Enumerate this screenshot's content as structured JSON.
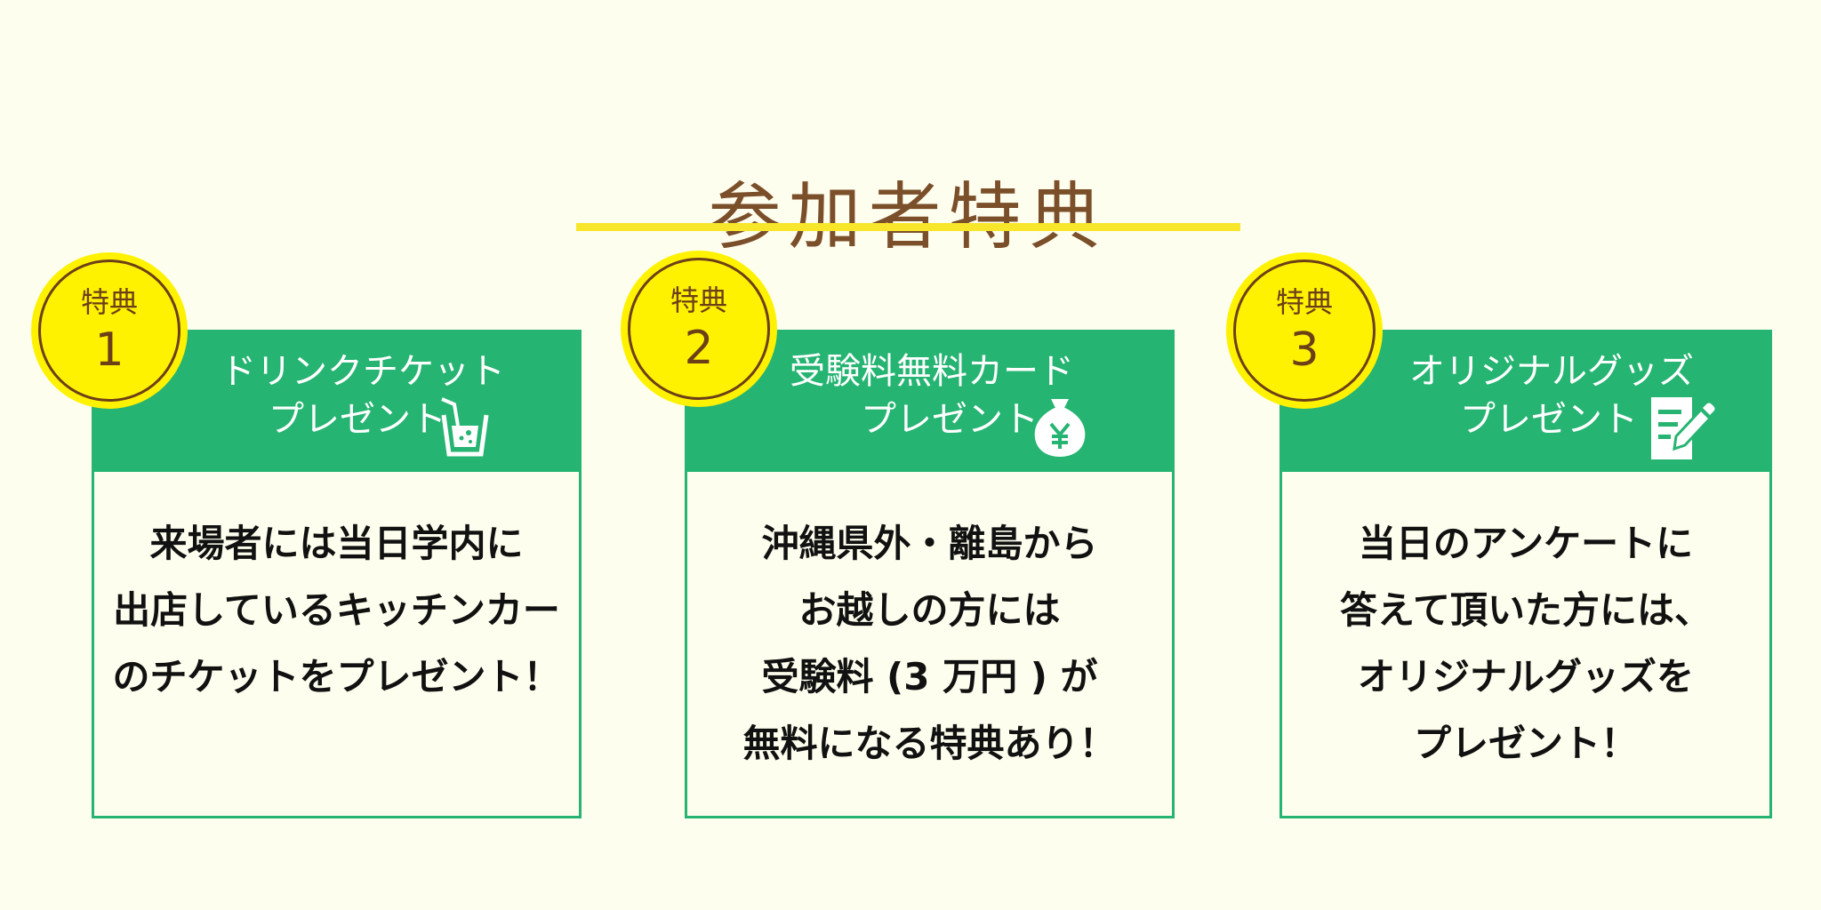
{
  "page": {
    "title": "参加者特典",
    "colors": {
      "background": "#fefeee",
      "title": "#7a4f2a",
      "underline": "#f8e62a",
      "card_green": "#26b472",
      "badge_yellow": "#fff200",
      "badge_brown": "#6b4018"
    }
  },
  "benefits": [
    {
      "badge_label": "特典",
      "badge_number": "1",
      "header_line1": "ドリンクチケット",
      "header_line2": "プレゼント",
      "icon": "drink-cup-icon",
      "body_lines": [
        "来場者には当日学内に",
        "出店しているキッチンカー",
        "のチケットをプレゼント！"
      ]
    },
    {
      "badge_label": "特典",
      "badge_number": "2",
      "header_line1": "受験料無料カード",
      "header_line2": "プレゼント",
      "icon": "money-bag-yen-icon",
      "body_lines": [
        "沖縄県外・離島から",
        "お越しの方には",
        "受験料 (3 万円 ) が",
        "無料になる特典あり！"
      ]
    },
    {
      "badge_label": "特典",
      "badge_number": "3",
      "header_line1": "オリジナルグッズ",
      "header_line2": "プレゼント",
      "icon": "survey-document-pen-icon",
      "body_lines": [
        "当日のアンケートに",
        "答えて頂いた方には、",
        "オリジナルグッズを",
        "プレゼント！"
      ]
    }
  ]
}
